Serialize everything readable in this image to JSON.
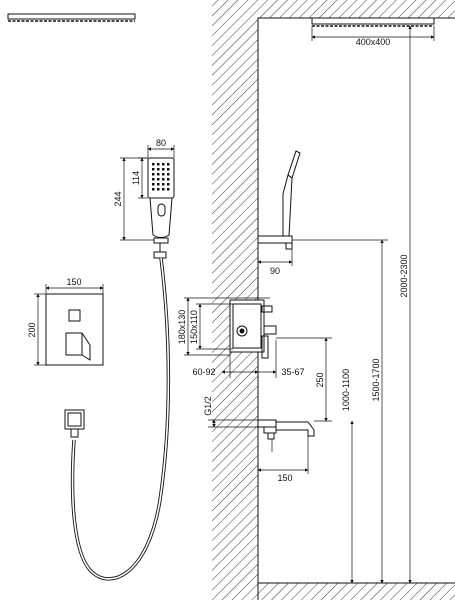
{
  "dimensions": {
    "overhead_shower_size": "400x400",
    "hand_shower_width": "80",
    "hand_shower_head_height": "114",
    "hand_shower_total_height": "244",
    "mixer_plate_width": "150",
    "mixer_plate_height": "200",
    "holder_projection": "90",
    "box_outer": "180x130",
    "box_inner": "150x110",
    "box_depth": "60-92",
    "lever_projection": "35-67",
    "spout_to_mixer": "250",
    "thread": "G1/2",
    "spout_projection": "150",
    "height_1": "1000-1100",
    "height_2": "1500-1700",
    "height_3": "2000-2300"
  }
}
